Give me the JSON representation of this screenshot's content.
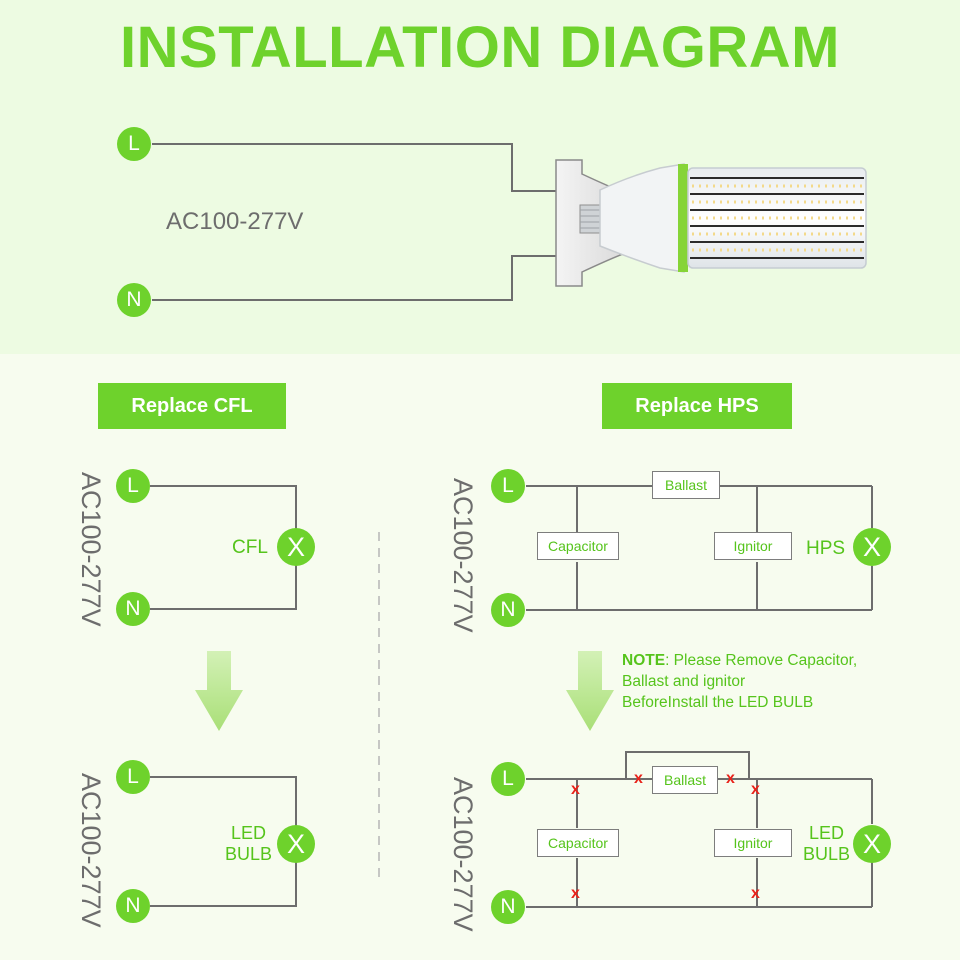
{
  "title": "INSTALLATION DIAGRAM",
  "top": {
    "voltage": "AC100-277V",
    "line_label": "L",
    "neutral_label": "N"
  },
  "left": {
    "header": "Replace CFL",
    "voltage": "AC100-277V",
    "line_label": "L",
    "neutral_label": "N",
    "before_load": "CFL",
    "after_load": "LED\nBULB",
    "load_symbol": "X"
  },
  "right": {
    "header": "Replace HPS",
    "voltage": "AC100-277V",
    "line_label": "L",
    "neutral_label": "N",
    "ballast": "Ballast",
    "capacitor": "Capacitor",
    "ignitor": "Ignitor",
    "before_load": "HPS",
    "after_load": "LED\nBULB",
    "load_symbol": "X",
    "remove_mark": "x",
    "note_label": "NOTE",
    "note_text": ": Please Remove Capacitor,\nBallast and ignitor\nBeforeInstall the LED BULB"
  },
  "colors": {
    "green": "#6ed22c",
    "wire": "#6d6d6d",
    "remove": "#e8231b",
    "top_band": "#edfbe2",
    "bottom_band": "#f7fcef"
  }
}
